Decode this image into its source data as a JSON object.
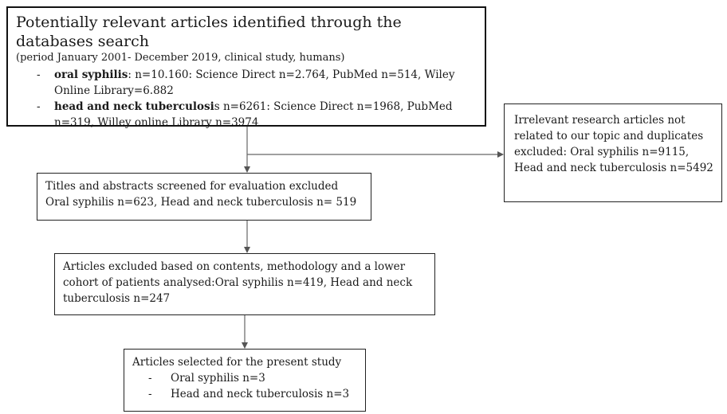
{
  "search_box": {
    "title": "Potentially relevant articles identified through the databases search",
    "subtitle": "(period January 2001- December 2019, clinical study, humans)",
    "items": [
      {
        "dash": "-",
        "term": "oral syphilis",
        "rest": ": n=10.160:  Science Direct n=2.764, PubMed n=514, Wiley Online Library=6.882"
      },
      {
        "dash": "-",
        "term": "head and neck tuberculosi",
        "rest": "s n=6261: Science Direct n=1968, PubMed n=319, Willey online Library n=3974"
      }
    ]
  },
  "irrelevant_box": {
    "text": "Irrelevant research articles not related to our topic and duplicates excluded: Oral syphilis n=9115, Head and neck tuberculosis n=5492"
  },
  "screened_box": {
    "line1": "Titles and abstracts screened for evaluation excluded",
    "line2": "Oral syphilis  n=623, Head and neck tuberculosis n= 519"
  },
  "excluded_box": {
    "text": "Articles excluded based on contents, methodology and  a lower cohort of patients analysed:Oral syphilis n=419, Head and neck tuberculosis n=247"
  },
  "selected_box": {
    "title": "Articles selected for the present study",
    "items": [
      {
        "dash": "-",
        "text": "Oral syphilis n=3"
      },
      {
        "dash": "-",
        "text": "Head and neck tuberculosis n=3"
      }
    ]
  }
}
